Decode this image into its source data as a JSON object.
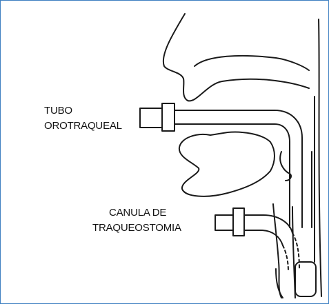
{
  "labels": {
    "tubo_orotraqueal": [
      "TUBO",
      "OROTRAQUEAL"
    ],
    "canula_traqueostomia": [
      "CANULA DE",
      "TRAQUEOSTOMIA"
    ]
  },
  "colors": {
    "frame": "#3d7fc1",
    "line": "#1a1a1a"
  }
}
